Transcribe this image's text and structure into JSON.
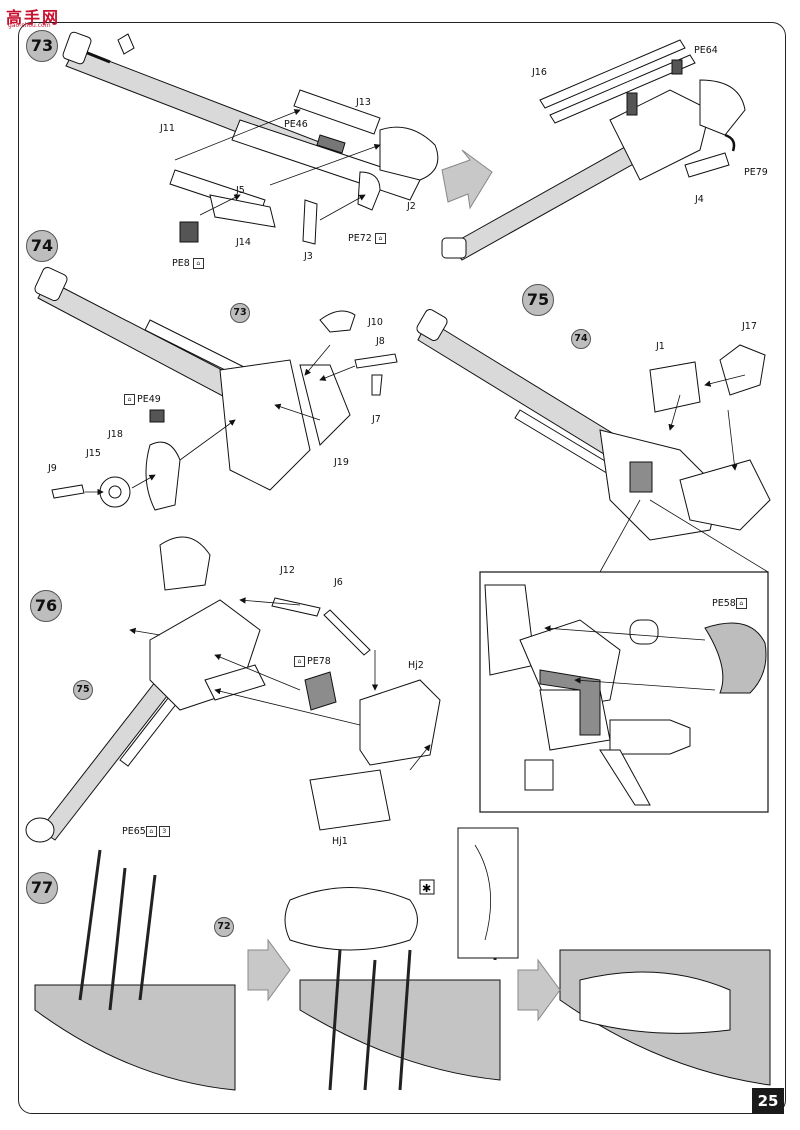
{
  "watermark": {
    "main": "高手网",
    "sub": "gao-shou.com"
  },
  "page_number": "25",
  "steps": [
    {
      "id": "s73",
      "number": "73"
    },
    {
      "id": "s74",
      "number": "74"
    },
    {
      "id": "s75",
      "number": "75"
    },
    {
      "id": "s76",
      "number": "76"
    },
    {
      "id": "s77",
      "number": "77"
    }
  ],
  "refs": {
    "r73": "73",
    "r74": "74",
    "r75": "75",
    "r72": "72"
  },
  "labels": {
    "J11": "J11",
    "J13": "J13",
    "PE46": "PE46",
    "J5": "J5",
    "J2": "J2",
    "J14": "J14",
    "PE8": "PE8",
    "J3": "J3",
    "PE72": "PE72",
    "J16": "J16",
    "PE64": "PE64",
    "PE79": "PE79",
    "J4": "J4",
    "J10": "J10",
    "J8": "J8",
    "J7": "J7",
    "PE49": "PE49",
    "J18": "J18",
    "J15": "J15",
    "J9": "J9",
    "J19": "J19",
    "J1": "J1",
    "J17": "J17",
    "PE58": "PE58",
    "J12": "J12",
    "J6": "J6",
    "PE78": "PE78",
    "Hj2": "Hj2",
    "Hj1": "Hj1",
    "PE65": "PE65",
    "PE65_count": "3"
  },
  "colors": {
    "part_fill": "#ffffff",
    "shade": "#8c8c8c",
    "badge": "#bdbdbd",
    "arrow": "#c8c8c8",
    "ink": "#111111",
    "watermark": "#c8102e"
  }
}
